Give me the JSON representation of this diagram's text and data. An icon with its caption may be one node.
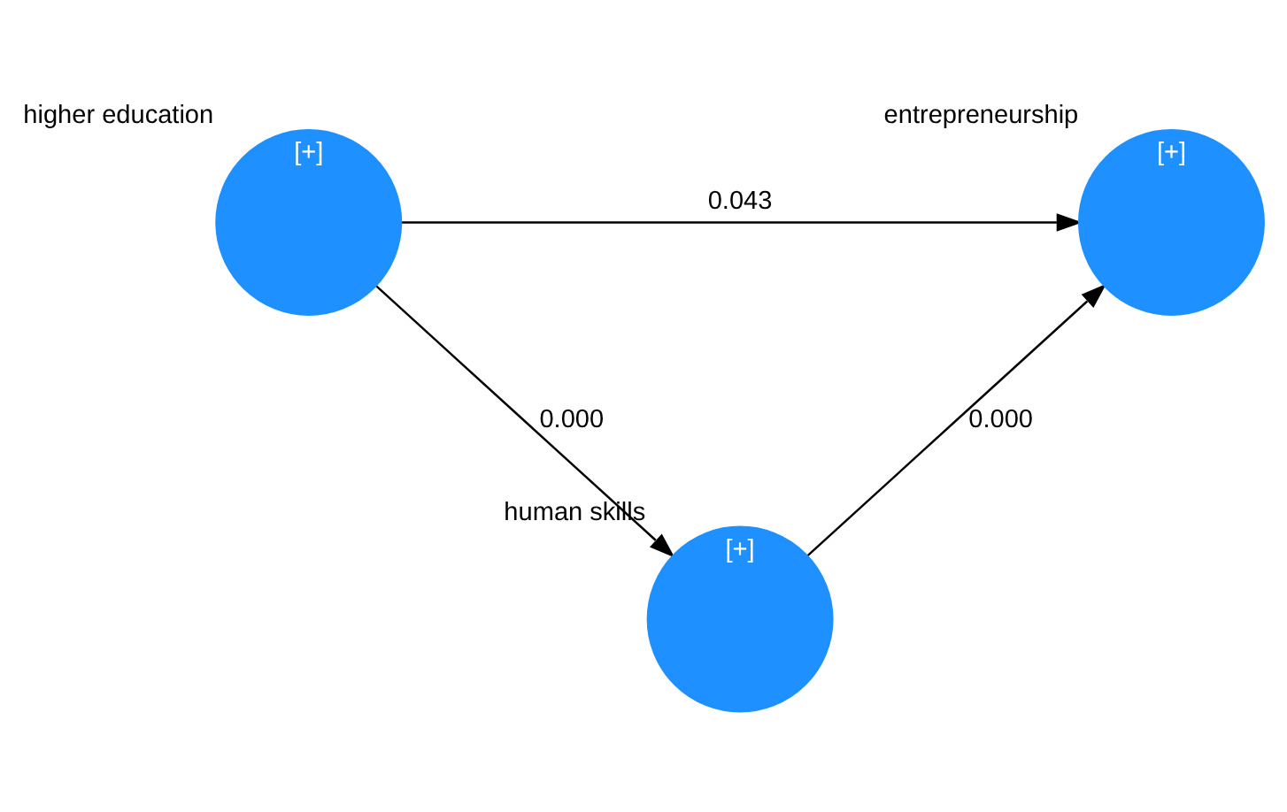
{
  "diagram": {
    "nodes": [
      {
        "text": [
          "[+]"
        ],
        "beside": [
          "higher education"
        ]
      },
      {
        "text": [
          "[+]"
        ],
        "beside": [
          "human skills"
        ]
      },
      {
        "text": [
          "[+]"
        ],
        "beside": [
          "entrepreneurship"
        ]
      }
    ],
    "edges": [
      {
        "from": 0,
        "to": 2,
        "arrow": "to",
        "label": "0.043"
      },
      {
        "from": 0,
        "to": 1,
        "arrow": "to",
        "label": "0.000"
      },
      {
        "from": 1,
        "to": 2,
        "arrow": "to",
        "label": "0.000"
      }
    ]
  }
}
